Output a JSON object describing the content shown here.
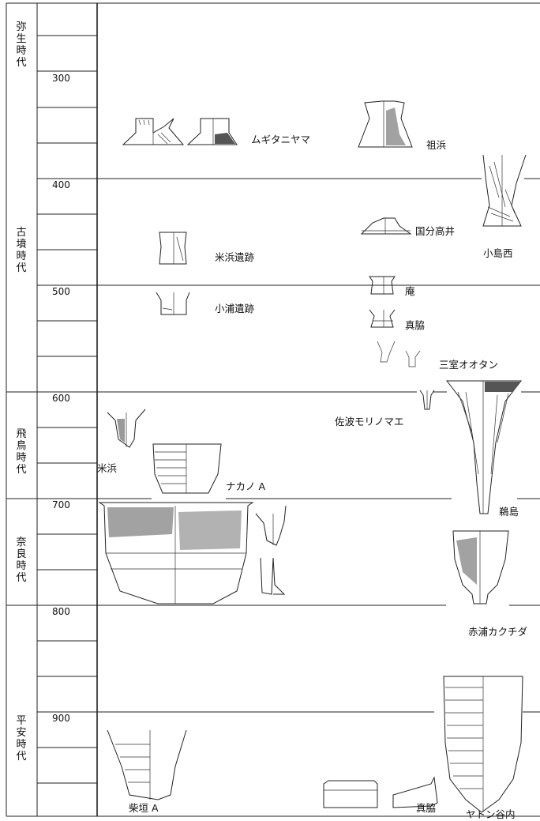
{
  "eras": [
    {
      "label": "弥生時代",
      "chars": [
        "弥",
        "生",
        "時",
        "代"
      ]
    },
    {
      "label": "古墳時代",
      "chars": [
        "古",
        "墳",
        "時",
        "代"
      ]
    },
    {
      "label": "飛鳥時代",
      "chars": [
        "飛",
        "鳥",
        "時",
        "代"
      ]
    },
    {
      "label": "奈良時代",
      "chars": [
        "奈",
        "良",
        "時",
        "代"
      ]
    },
    {
      "label": "平安時代",
      "chars": [
        "平",
        "安",
        "時",
        "代"
      ]
    }
  ],
  "years": [
    "300",
    "400",
    "500",
    "600",
    "700",
    "800",
    "900"
  ],
  "sites": [
    {
      "name": "ムギタニヤマ"
    },
    {
      "name": "祖浜"
    },
    {
      "name": "国分高井"
    },
    {
      "name": "小島西"
    },
    {
      "name": "米浜遺跡"
    },
    {
      "name": "小浦遺跡"
    },
    {
      "name": "庵"
    },
    {
      "name": "真脇"
    },
    {
      "name": "三室オオタン"
    },
    {
      "name": "佐波モリノマエ"
    },
    {
      "name": "米浜"
    },
    {
      "name": "ナカノ A"
    },
    {
      "name": "鵜島"
    },
    {
      "name": "赤浦カクチダ"
    },
    {
      "name": "柴垣 A"
    },
    {
      "name": "真脇"
    },
    {
      "name": "ヤトン谷内"
    }
  ]
}
